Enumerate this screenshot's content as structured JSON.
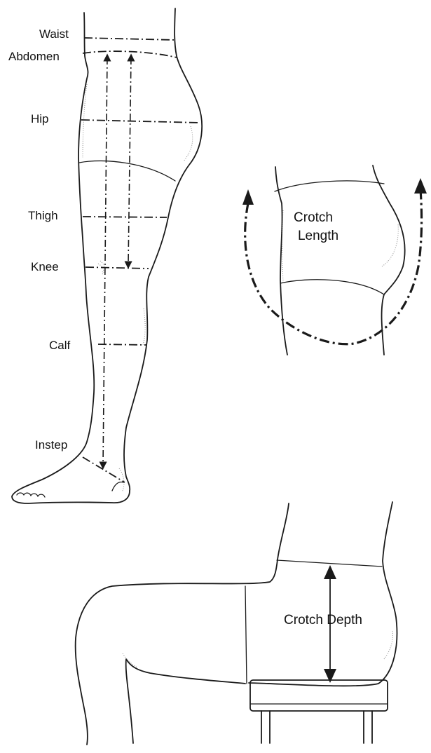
{
  "labels": {
    "waist": "Waist",
    "abdomen": "Abdomen",
    "hip": "Hip",
    "thigh": "Thigh",
    "knee": "Knee",
    "calf": "Calf",
    "instep": "Instep",
    "crotch_length_1": "Crotch",
    "crotch_length_2": "Length",
    "crotch_depth": "Crotch Depth"
  },
  "colors": {
    "line": "#1a1a1a",
    "shading": "#8a8a8a",
    "background": "#ffffff"
  }
}
